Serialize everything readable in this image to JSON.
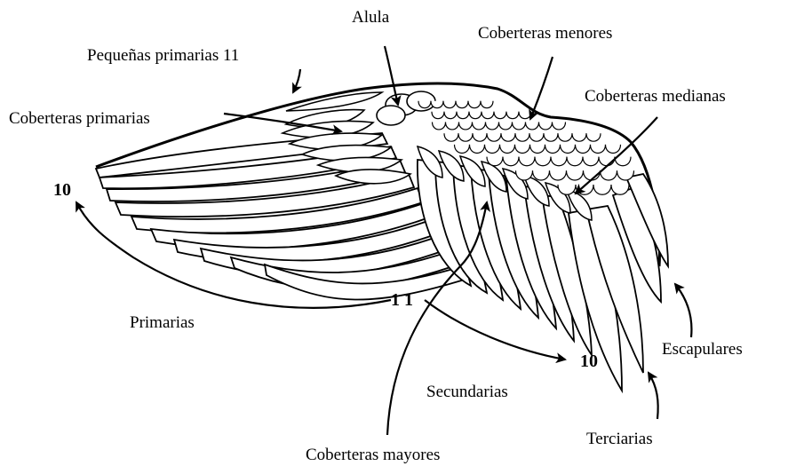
{
  "labels": {
    "alula": "Alula",
    "pequenas_primarias": "Pequeñas primarias 11",
    "coberteras_menores": "Coberteras menores",
    "coberteras_primarias": "Coberteras primarias",
    "coberteras_medianas": "Coberteras medianas",
    "primarias": "Primarias",
    "secundarias": "Secundarias",
    "coberteras_mayores": "Coberteras mayores",
    "escapulares": "Escapulares",
    "terciarias": "Terciarias"
  },
  "numbers": {
    "primary_start": "10",
    "center_start": "1 1",
    "secondary_end": "10"
  },
  "colors": {
    "ink": "#000000",
    "background": "#ffffff"
  }
}
